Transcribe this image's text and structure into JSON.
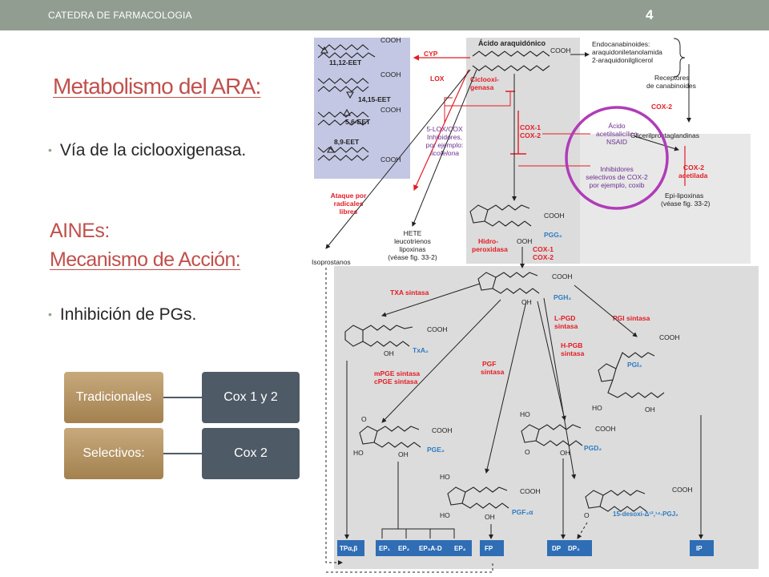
{
  "header": {
    "text": "CATEDRA DE FARMACOLOGIA",
    "slide_number": "4"
  },
  "titles": {
    "metabolism": "Metabolismo del ARA:",
    "aines": "AINEs:",
    "mechanism": "Mecanismo de Acción:"
  },
  "bullets": {
    "cyclooxygenase": "Vía de la ciclooxigenasa.",
    "inhibition": "Inhibición de PGs."
  },
  "smartart": {
    "rows": [
      {
        "left": "Tradicionales",
        "right": "Cox 1 y 2"
      },
      {
        "left": "Selectivos:",
        "right": "Cox 2"
      }
    ]
  },
  "figure": {
    "eets": [
      "11,12-EET",
      "14,15-EET",
      "5,6-EET",
      "8,9-EET"
    ],
    "cooh": "COOH",
    "oh": "OH",
    "ooh": "OOH",
    "cyp": "CYP",
    "aa": "Ácido araquidónico",
    "lox": "LOX",
    "ciclo": [
      "Ciclooxi-",
      "genasa"
    ],
    "lox_inh": [
      "5-LOX/COX",
      "Inhibidores,",
      "por ejemplo:",
      "licofelona"
    ],
    "endo": [
      "Endocanabinoides:",
      "araquidoniletanolamida",
      "2-araquidonilglicerol"
    ],
    "receptores": [
      "Receptores",
      "de canabinoides"
    ],
    "cox2": "COX-2",
    "glicerilpg": "Glicerilprostaglandinas",
    "cox12": [
      "COX-1",
      "COX-2"
    ],
    "asa": [
      "Ácido",
      "acetilsalicílico",
      "NSAID"
    ],
    "sel": [
      "Inhibidores",
      "selectivos de COX-2",
      "por ejemplo, coxib"
    ],
    "cox2acet": [
      "COX-2",
      "acetilada"
    ],
    "epilip": [
      "Epi-lipoxinas",
      "(véase fig. 33-2)"
    ],
    "ataque": [
      "Ataque por",
      "radicales",
      "libres"
    ],
    "hete": [
      "HETE",
      "leucotrienos",
      "lipoxinas",
      "(véase fig. 33-2)"
    ],
    "hidro": [
      "Hidro-",
      "peroxidasa"
    ],
    "pgg2": "PGG₂",
    "isop": "Isoprostanos",
    "txa_s": "TXA sintasa",
    "pgh2": "PGH₂",
    "lpgd": [
      "L-PGD",
      "sintasa"
    ],
    "hpgb": [
      "H-PGB",
      "sintasa"
    ],
    "pgi_s": "PGI sintasa",
    "txa2": "TxA₂",
    "mpge": [
      "mPGE sintasa",
      "cPGE sintasa"
    ],
    "pgf_s": [
      "PGF",
      "sintasa"
    ],
    "pgi2": "PGI₂",
    "pge2": "PGE₂",
    "pgd2": "PGD₂",
    "ho": "HO",
    "pgf2a": "PGF₂α",
    "pgj2": "15-desoxi-Δ¹²,¹⁴-PGJ₂",
    "receptors": [
      "TPα,β",
      "EP₁",
      "EP₂",
      "EP₃A-D",
      "EP₄",
      "FP",
      "DP",
      "DP₂",
      "IP"
    ]
  }
}
